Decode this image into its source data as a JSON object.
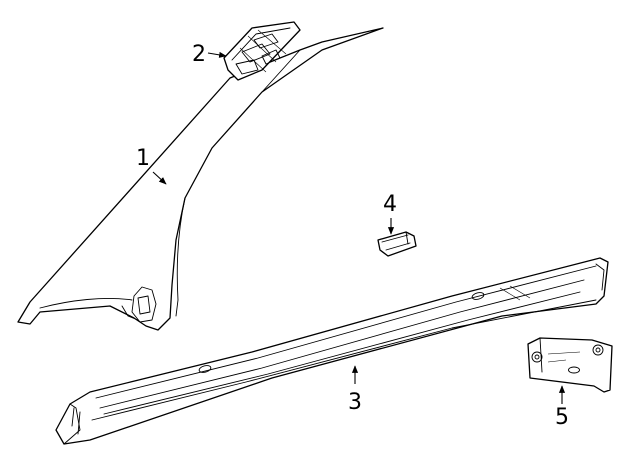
{
  "callouts": [
    {
      "number": "1",
      "part": "a-pillar-trim"
    },
    {
      "number": "2",
      "part": "clip-bracket"
    },
    {
      "number": "3",
      "part": "rocker-sill-molding"
    },
    {
      "number": "4",
      "part": "small-clip"
    },
    {
      "number": "5",
      "part": "mounting-bracket"
    }
  ]
}
